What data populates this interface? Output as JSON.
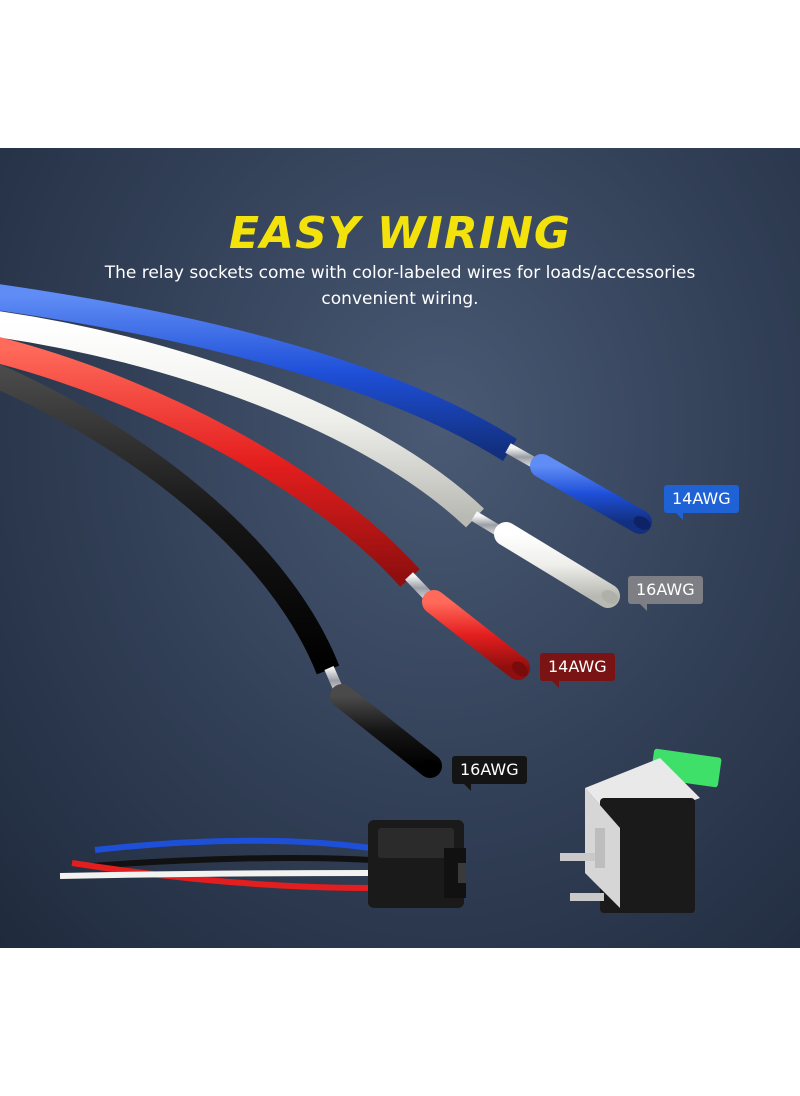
{
  "headline": "EASY WIRING",
  "description": "The relay sockets come with color-labeled wires for loads/accessories convenient wiring.",
  "wire_tags": [
    {
      "label": "14AWG",
      "color": "#1f62d6"
    },
    {
      "label": "16AWG",
      "color": "#7d7f84"
    },
    {
      "label": "14AWG",
      "color": "#7a1414"
    },
    {
      "label": "16AWG",
      "color": "#141414"
    }
  ],
  "colors": {
    "headline": "#f4e20c",
    "wire_blue": "#1e4fd8",
    "wire_white": "#f2f2f0",
    "wire_red": "#e41e1e",
    "wire_black": "#111111",
    "fuse_green": "#3ee06a"
  }
}
